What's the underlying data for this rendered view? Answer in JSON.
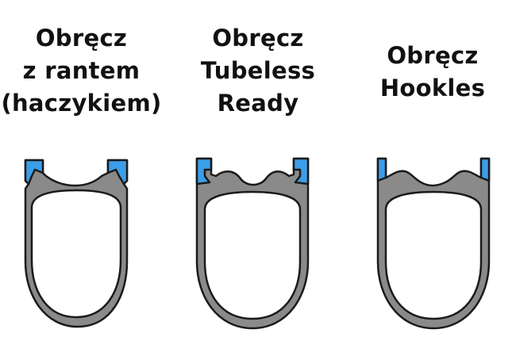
{
  "rims": [
    {
      "title_lines": [
        "Obręcz",
        "z rantem",
        "(haczykiem)"
      ],
      "type": "hooked"
    },
    {
      "title_lines": [
        "Obręcz",
        "Tubeless",
        "Ready"
      ],
      "type": "tubeless-ready"
    },
    {
      "title_lines": [
        "Obręcz",
        "Hookles"
      ],
      "type": "hookless"
    }
  ],
  "colors": {
    "rim_wall": "#8a8a8a",
    "hook_accent": "#3b9ee8",
    "outline": "#1a1a1a",
    "inner": "#ffffff",
    "text": "#111111"
  }
}
